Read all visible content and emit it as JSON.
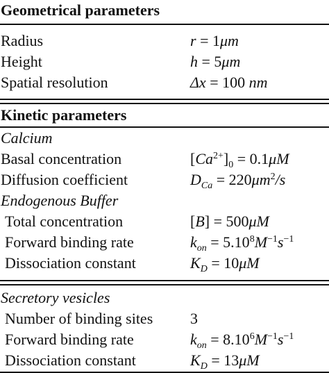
{
  "sections": {
    "geometrical": {
      "title": "Geometrical parameters",
      "rows": [
        {
          "label": "Radius",
          "sym": "r",
          "rest": " = 1",
          "unit": "μm"
        },
        {
          "label": "Height",
          "sym": "h",
          "rest": " = 5",
          "unit": "μm"
        },
        {
          "label": "Spatial resolution",
          "sym": "Δx",
          "rest": " = 100 ",
          "unit": "nm"
        }
      ]
    },
    "kinetic": {
      "title": "Kinetic parameters",
      "calcium": {
        "title": "Calcium",
        "basal_label": "Basal concentration",
        "basal_value": {
          "pre": "[",
          "sym": "Ca",
          "sup": "2+",
          "post": "]",
          "sub": "0",
          "rest": " = 0.1",
          "unit": "μM"
        },
        "diffusion_label": "Diffusion coefficient",
        "diffusion_value": {
          "sym": "D",
          "sub": "Ca",
          "rest": " = 220",
          "unit": "μm",
          "sup": "2",
          "tail": "/s"
        }
      },
      "buffer": {
        "title": "Endogenous Buffer",
        "total_label": "Total concentration",
        "total_value": {
          "pre": "[",
          "sym": "B",
          "post": "] = 500",
          "unit": "μM"
        },
        "forward_label": "Forward binding rate",
        "forward_value": {
          "sym": "k",
          "sub": "on",
          "rest": " = 5.10",
          "sup1": "8",
          "unit1": "M",
          "sup2": "−1",
          "unit2": "s",
          "sup3": "−1"
        },
        "dissoc_label": "Dissociation constant",
        "dissoc_value": {
          "sym": "K",
          "sub": "D",
          "rest": " = 10",
          "unit": "μM"
        }
      }
    },
    "secretory": {
      "title": "Secretory vesicles",
      "sites_label": "Number of binding sites",
      "sites_value": "3",
      "forward_label": "Forward binding rate",
      "forward_value": {
        "sym": "k",
        "sub": "on",
        "rest": " = 8.10",
        "sup1": "6",
        "unit1": "M",
        "sup2": "−1",
        "unit2": "s",
        "sup3": "−1"
      },
      "dissoc_label": "Dissociation constant",
      "dissoc_value": {
        "sym": "K",
        "sub": "D",
        "rest": " = 13",
        "unit": "μM"
      }
    }
  }
}
